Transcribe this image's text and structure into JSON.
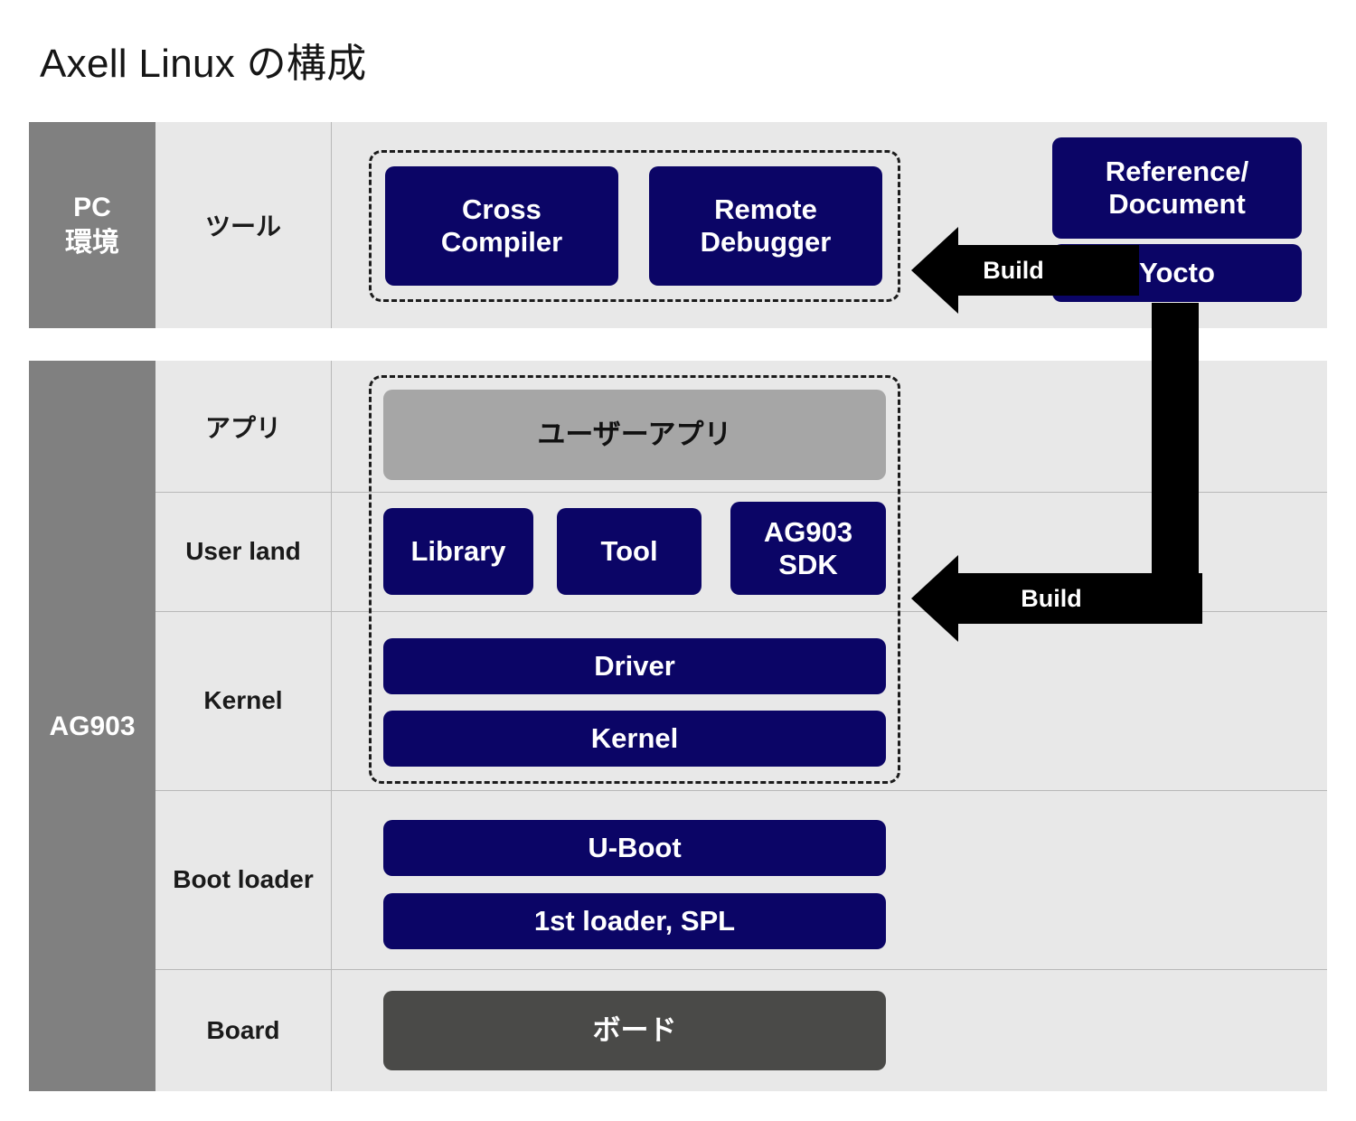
{
  "page": {
    "title": "Axell Linux の構成"
  },
  "colors": {
    "navy": "#0b0566",
    "panel_bg": "#e8e8e8",
    "group_col": "#808080",
    "user_app_box": "#a6a6a6",
    "board_box": "#4a4a48",
    "arrow": "#000000",
    "divider": "#b8b8b8"
  },
  "sections": [
    {
      "id": "pc",
      "group_label_line1": "PC",
      "group_label_line2": "環境",
      "rows": [
        {
          "label": "ツール",
          "boxes": [
            {
              "label_line1": "Cross",
              "label_line2": "Compiler",
              "style": "navy"
            },
            {
              "label_line1": "Remote",
              "label_line2": "Debugger",
              "style": "navy"
            }
          ]
        }
      ]
    },
    {
      "id": "ag903",
      "group_label_line1": "AG903",
      "rows": [
        {
          "label": "アプリ",
          "boxes": [
            {
              "label": "ユーザーアプリ",
              "style": "grey"
            }
          ]
        },
        {
          "label": "User land",
          "boxes": [
            {
              "label": "Library",
              "style": "navy"
            },
            {
              "label": "Tool",
              "style": "navy"
            },
            {
              "label_line1": "AG903",
              "label_line2": "SDK",
              "style": "navy"
            }
          ]
        },
        {
          "label": "Kernel",
          "boxes": [
            {
              "label": "Driver",
              "style": "navy"
            },
            {
              "label": "Kernel",
              "style": "navy"
            }
          ]
        },
        {
          "label": "Boot loader",
          "boxes": [
            {
              "label": "U-Boot",
              "style": "navy"
            },
            {
              "label": "1st loader, SPL",
              "style": "navy"
            }
          ]
        },
        {
          "label": "Board",
          "boxes": [
            {
              "label": "ボード",
              "style": "dark"
            }
          ]
        }
      ]
    }
  ],
  "right_boxes": [
    {
      "label_line1": "Reference/",
      "label_line2": "Document",
      "style": "navy"
    },
    {
      "label": "Yocto",
      "style": "navy"
    }
  ],
  "arrows": [
    {
      "label": "Build",
      "direction": "left",
      "target": "tools"
    },
    {
      "label": "Build",
      "direction": "left",
      "target": "user-land"
    }
  ]
}
